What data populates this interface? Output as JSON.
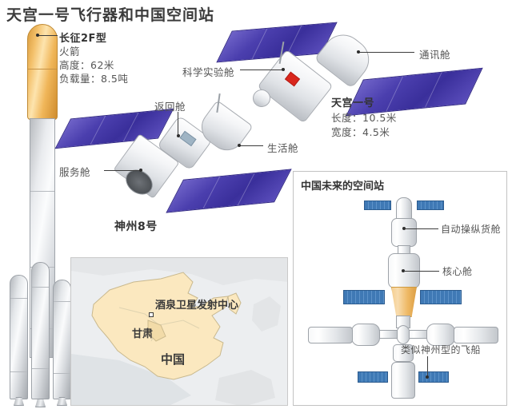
{
  "title": "天宫一号飞行器和中国空间站",
  "rocket": {
    "name": "长征2F型",
    "type": "火箭",
    "height": "高度：62米",
    "payload": "负载量：8.5吨"
  },
  "labels": {
    "science_module": "科学实验舱",
    "return_capsule": "返回舱",
    "service_module": "服务舱",
    "living_module": "生活舱",
    "comm_module": "通讯舱",
    "shenzhou": "神州8号"
  },
  "tiangong": {
    "name": "天宫一号",
    "length": "长度：10.5米",
    "width": "宽度：4.5米"
  },
  "map": {
    "launch_center": "酒泉卫星发射中心",
    "province": "甘肃",
    "country": "中国"
  },
  "future_station": {
    "panel_title": "中国未来的空间站",
    "cargo_module": "自动操纵货舱",
    "core_module": "核心舱",
    "shenzhou_craft": "类似神州型的飞船"
  },
  "colors": {
    "solar_purple": "#4b3fae",
    "solar_blue": "#3f79b5",
    "fairing_gold": "#eeb863",
    "flag_red": "#d9261c"
  }
}
